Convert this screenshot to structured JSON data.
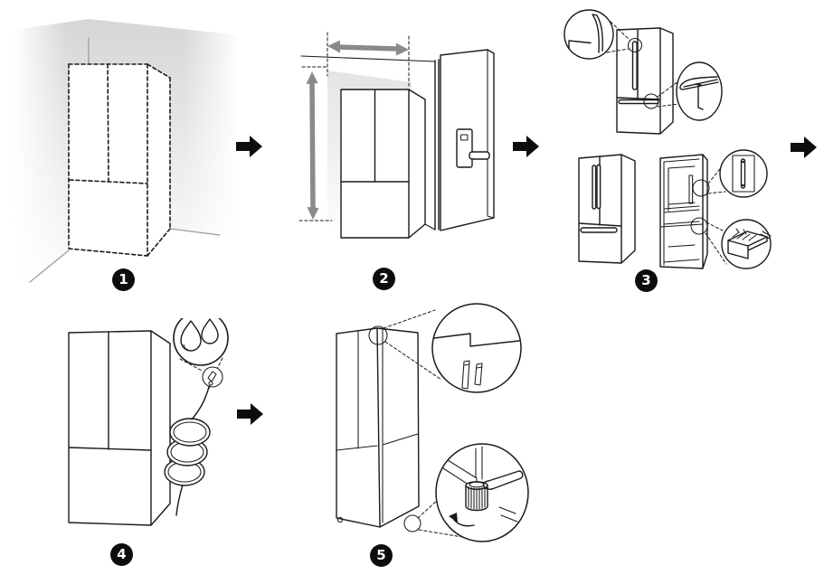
{
  "diagram": {
    "background_color": "#ffffff",
    "line_color": "#1a1a1a",
    "wall_shade_color": "#e0e0e0",
    "measure_arrow_color": "#8a8a8a",
    "badge": {
      "background": "#0d0d0d",
      "text_color": "#ffffff"
    },
    "flow_arrow": {
      "icon": "solid-right-arrow",
      "color": "#0d0d0d",
      "count": 4
    },
    "steps": [
      {
        "number": "1",
        "illustration": "refrigerator-placement-dashed-outline-in-room-corner"
      },
      {
        "number": "2",
        "illustration": "clearance-measurement-width-height-arrows-at-doorway"
      },
      {
        "number": "3",
        "illustration": "door-and-drawer-handle-attachment-with-hex-wrench-callouts"
      },
      {
        "number": "4",
        "illustration": "water-supply-line-connection-with-water-drops-callout"
      },
      {
        "number": "5",
        "illustration": "door-alignment-and-leveling-foot-adjustment-with-wrench"
      }
    ]
  }
}
